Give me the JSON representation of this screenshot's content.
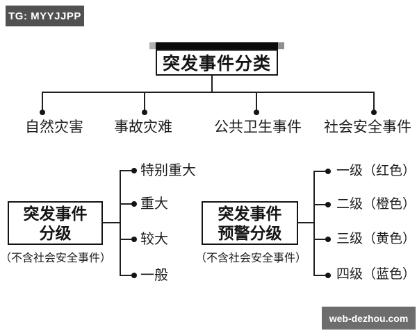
{
  "badges": {
    "tg": "TG: MYYJJPP",
    "watermark": "web-dezhou.com"
  },
  "diagram": {
    "root_title": "突发事件分类",
    "categories": [
      "自然灾害",
      "事故灾难",
      "公共卫生事件",
      "社会安全事件"
    ],
    "grading_box": {
      "line1": "突发事件",
      "line2": "分级",
      "note": "（不含社会安全事件）"
    },
    "grading_levels": [
      "特别重大",
      "重大",
      "较大",
      "一般"
    ],
    "warning_box": {
      "line1": "突发事件",
      "line2": "预警分级",
      "note": "（不含社会安全事件）"
    },
    "warning_levels": [
      "一级（红色）",
      "二级（橙色）",
      "三级（黄色）",
      "四级（蓝色）"
    ]
  },
  "colors": {
    "line": "#1f1f1f",
    "tg_badge_bg": "#515151",
    "watermark_bg": "#6d6d6d",
    "decor_bar": "#0b0b0b"
  }
}
